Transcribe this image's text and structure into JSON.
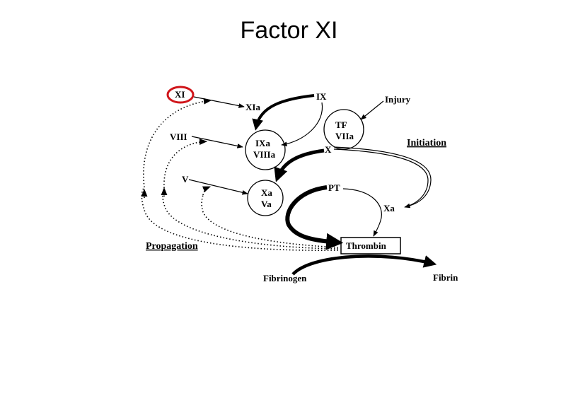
{
  "title": "Factor XI",
  "nodes": {
    "xi": "XI",
    "xia": "XIa",
    "viii": "VIII",
    "v": "V",
    "ix": "IX",
    "ixa": "IXa",
    "viiia": "VIIIa",
    "xa_circle": "Xa",
    "va": "Va",
    "injury": "Injury",
    "tf": "TF",
    "viia": "VIIa",
    "x": "X",
    "pt": "PT",
    "xa": "Xa",
    "thrombin": "Thrombin",
    "fibrinogen": "Fibrinogen",
    "fibrin": "Fibrin"
  },
  "phases": {
    "initiation": "Initiation",
    "propagation": "Propagation"
  },
  "colors": {
    "highlight": "#d0161b",
    "ink": "#000000"
  }
}
